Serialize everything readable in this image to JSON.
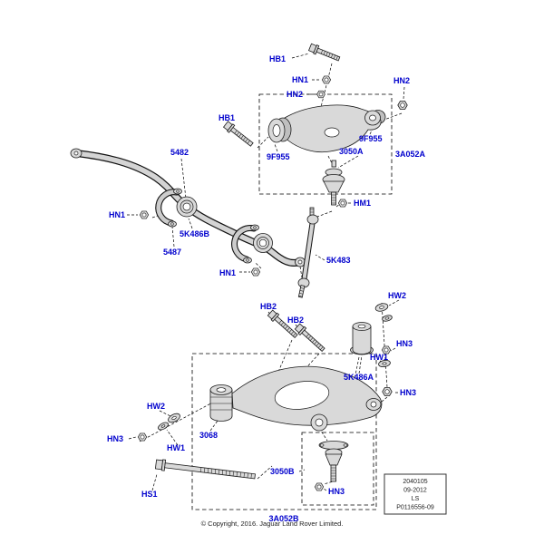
{
  "diagram": {
    "callouts": {
      "hb1_top": "HB1",
      "hn1_top": "HN1",
      "hn2_top": "HN2",
      "hn2_right": "HN2",
      "hb1_left": "HB1",
      "f9f955_left": "9F955",
      "p3050a": "3050A",
      "f9f955_right": "9F955",
      "a3a052a": "3A052A",
      "hm1": "HM1",
      "p5482": "5482",
      "hn1_left": "HN1",
      "p5k486b": "5K486B",
      "p5487": "5487",
      "hn1_lower": "HN1",
      "p5k483": "5K483",
      "hb2_a": "HB2",
      "hb2_b": "HB2",
      "hw2_right": "HW2",
      "hn3_right_upper": "HN3",
      "hw1_right": "HW1",
      "p5k486a": "5K486A",
      "hn3_right_lower": "HN3",
      "hw2_left": "HW2",
      "hn3_left": "HN3",
      "hw1_left": "HW1",
      "p3068": "3068",
      "hs1": "HS1",
      "p3050b": "3050B",
      "hn3_bottom": "HN3",
      "a3a052b": "3A052B"
    },
    "infobox": {
      "line1": "2040105",
      "line2": "09-2012",
      "line3": "LS",
      "line4": "P0116556-09"
    },
    "copyright": "© Copyright, 2016. Jaguar Land Rover Limited.",
    "colors": {
      "callout": "#0000cd",
      "line": "#000000",
      "part_fill": "#d9d9d9"
    }
  }
}
